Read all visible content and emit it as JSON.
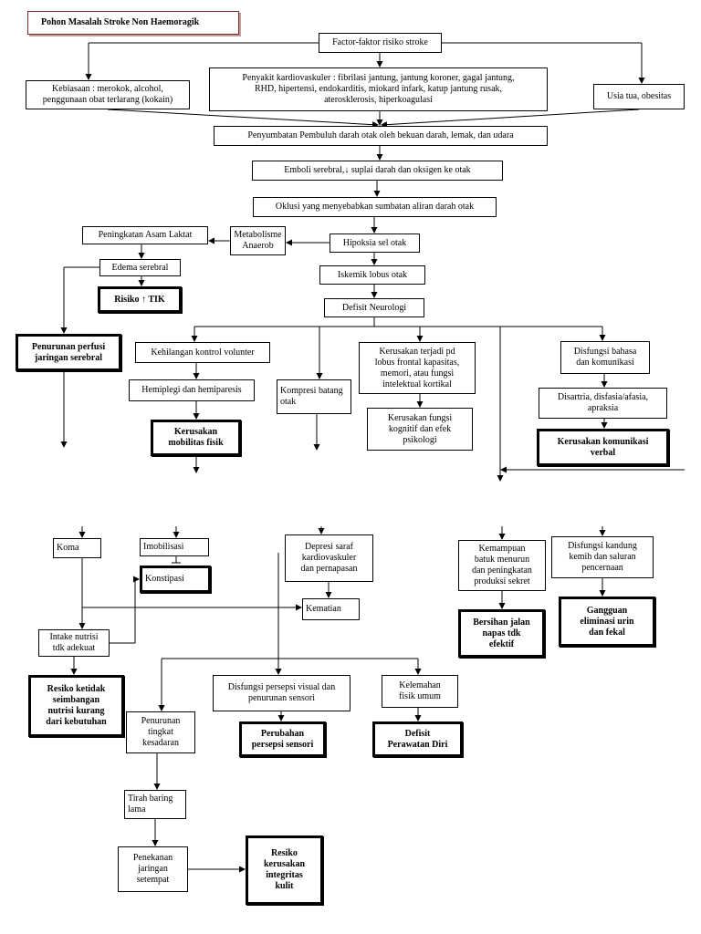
{
  "title": "Pohon Masalah Stroke Non Haemoragik",
  "nodes": {
    "factor": "Factor-faktor risiko stroke",
    "kebiasaan": "Kebiasaan : merokok, alcohol,\npenggunaan obat terlarang (kokain)",
    "penyakit": "Penyakit kardiovaskuler : fibrilasi jantung, jantung koroner, gagal jantung,\nRHD, hipertensi, endokarditis, miokard infark, katup jantung rusak,\naterosklerosis, hiperkoagulasi",
    "usia": "Usia tua, obesitas",
    "penyumbatan": "Penyumbatan Pembuluh darah otak oleh bekuan darah, lemak, dan udara",
    "emboli": "Emboli serebral,↓ suplai darah dan oksigen ke otak",
    "oklusi": "Oklusi yang menyebabkan sumbatan aliran darah otak",
    "metabolisme": "Metabolisme\nAnaerob",
    "hipoksia": "Hipoksia sel otak",
    "asam_laktat": "Peningkatan Asam Laktat",
    "edema": "Edema serebral",
    "iskemik": "Iskemik lobus  otak",
    "risiko_tik": "Risiko ↑ TIK",
    "defisit_neurologi": "Defisit Neurologi",
    "perfusi": "Penurunan perfusi\njaringan serebral",
    "kehilangan": "Kehilangan kontrol volunter",
    "lobus": "Kerusakan terjadi pd\nlobus frontal kapasitas,\nmemori, atau fungsi\nintelektual kortikal",
    "bahasa": "Disfungsi bahasa\ndan komunikasi",
    "hemiplegi": "Hemiplegi dan hemiparesis",
    "kompresi": "Kompresi batang\notak",
    "disartria": "Disartria, disfasia/afasia,\napraksia",
    "kognitif": "Kerusakan fungsi\nkognitif dan efek\npsikologi",
    "mobilitas": "Kerusakan\nmobilitas fisik",
    "komunikasi": "Kerusakan komunikasi\nverbal",
    "koma": "Koma",
    "imobilisasi": "Imobilisasi",
    "depresi": "Depresi saraf\nkardiovaskuler\ndan pernapasan",
    "batuk": "Kemampuan\nbatuk menurun\ndan peningkatan\nproduksi sekret",
    "kandung": "Disfungsi kandung\nkemih dan saluran\npencernaan",
    "konstipasi": "Konstipasi",
    "kematian": "Kematian",
    "eliminasi": "Gangguan\neliminasi urin\ndan fekal",
    "bersihan": "Bersihan jalan\nnapas tdk\nefektif",
    "intake": "Intake nutrisi\ntdk adekuat",
    "nutrisi": "Resiko ketidak\nseimbangan\nnutrisi kurang\ndari kebutuhan",
    "persepsi_visual": "Disfungsi persepsi visual dan\npenurunan sensori",
    "kelemahan": "Kelemahan\nfisik umum",
    "kesadaran": "Penurunan\ntingkat\nkesadaran",
    "perubahan_persepsi": "Perubahan\npersepsi sensori",
    "perawatan_diri": "Defisit\nPerawatan Diri",
    "tirah": "Tirah baring\nlama",
    "penekanan": "Penekanan\njaringan\nsetempat",
    "integritas": "Resiko\nkerusakan\nintegritas\nkulit"
  }
}
